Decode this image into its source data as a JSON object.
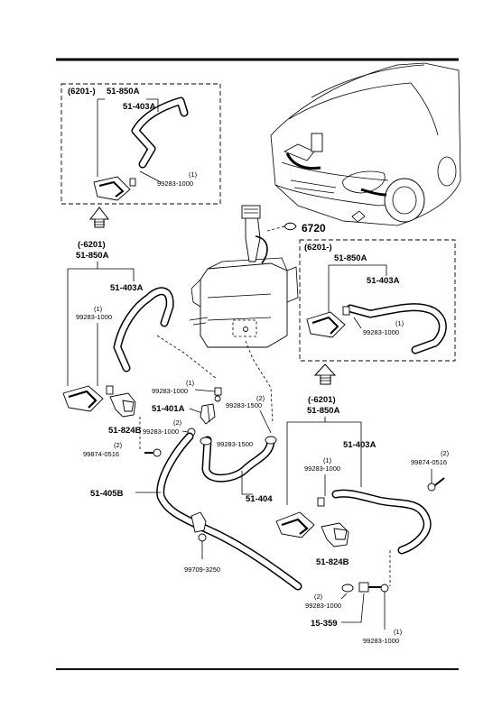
{
  "inset_top": {
    "range": "(6201-)",
    "assembly": "51-850A",
    "hose": "51-403A",
    "valve_qty": "(1)",
    "valve": "99283-1000"
  },
  "left_group": {
    "range": "(-6201)",
    "assembly": "51-850A",
    "hose": "51-403A",
    "valve_qty": "(1)",
    "valve": "99283-1000",
    "bracket": "51-824B",
    "bolt_qty": "(2)",
    "bolt": "99874-0516"
  },
  "tank": {
    "cap": "6720"
  },
  "inset_right": {
    "range": "(6201-)",
    "assembly": "51-850A",
    "hose": "51-403A",
    "valve_qty": "(1)",
    "valve": "99283-1000"
  },
  "center": {
    "valve_qty_a": "(1)",
    "valve_a": "99283-1000",
    "joint": "51-401A",
    "valve_qty_b": "(2)",
    "valve_b": "99283-1000",
    "clip_qty_a": "(2)",
    "clip_a": "99283-1500",
    "clip_b": "99283-1500",
    "short_hose": "51-404",
    "main_hose": "51-405B",
    "clamp": "99709-3250"
  },
  "right_group": {
    "range": "(-6201)",
    "assembly": "51-850A",
    "hose": "51-403A",
    "valve_qty": "(1)",
    "valve": "99283-1000",
    "bolt_qty": "(2)",
    "bolt": "99874-0516",
    "bracket": "51-824B",
    "check_qty": "(2)",
    "check": "99283-1000",
    "connector": "15-359",
    "end_qty": "(1)",
    "end_valve": "99283-1000"
  }
}
